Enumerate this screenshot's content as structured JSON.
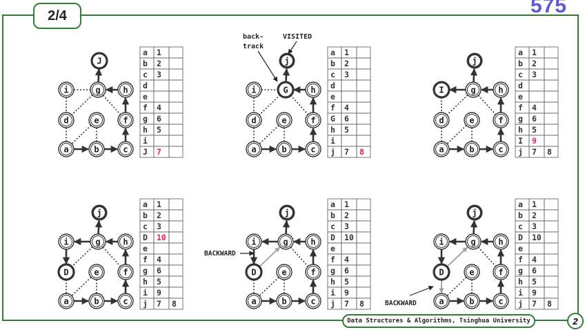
{
  "header": {
    "step": "2/4",
    "page_number": "575"
  },
  "footer": {
    "text": "Data Structures & Algorithms, Tsinghua University",
    "slide_index": "2"
  },
  "colors": {
    "frame": "#2e7d32",
    "highlight": "#e0245e",
    "page_number": "#5b5bd6",
    "node_dark": "#333333",
    "backward_edge": "#9e9e9e"
  },
  "panels": [
    {
      "labels": {
        "g": "g",
        "h": "h",
        "i": "i",
        "j": "J",
        "d": "d",
        "e": "e",
        "f": "f",
        "a": "a",
        "b": "b",
        "c": "c"
      },
      "active": "j",
      "visited": [],
      "extra_solid": [],
      "back_edges": [],
      "table": [
        [
          "a",
          "1",
          ""
        ],
        [
          "b",
          "2",
          ""
        ],
        [
          "c",
          "3",
          ""
        ],
        [
          "d",
          "",
          ""
        ],
        [
          "e",
          "",
          ""
        ],
        [
          "f",
          "4",
          ""
        ],
        [
          "g",
          "6",
          ""
        ],
        [
          "h",
          "5",
          ""
        ],
        [
          "i",
          "",
          ""
        ],
        [
          "J",
          "7",
          ""
        ]
      ],
      "red_cells": [
        [
          9,
          1
        ]
      ]
    },
    {
      "labels": {
        "g": "G",
        "h": "h",
        "i": "i",
        "j": "j",
        "d": "d",
        "e": "e",
        "f": "f",
        "a": "a",
        "b": "b",
        "c": "c"
      },
      "active": "g",
      "visited": [
        "j"
      ],
      "extra_solid": [],
      "back_edges": [],
      "table": [
        [
          "a",
          "1",
          ""
        ],
        [
          "b",
          "2",
          ""
        ],
        [
          "c",
          "3",
          ""
        ],
        [
          "d",
          "",
          ""
        ],
        [
          "e",
          "",
          ""
        ],
        [
          "f",
          "4",
          ""
        ],
        [
          "G",
          "6",
          ""
        ],
        [
          "h",
          "5",
          ""
        ],
        [
          "i",
          "",
          ""
        ],
        [
          "j",
          "7",
          "8"
        ]
      ],
      "red_cells": [
        [
          9,
          2
        ]
      ]
    },
    {
      "labels": {
        "g": "g",
        "h": "h",
        "i": "I",
        "j": "j",
        "d": "d",
        "e": "e",
        "f": "f",
        "a": "a",
        "b": "b",
        "c": "c"
      },
      "active": "i",
      "visited": [
        "j"
      ],
      "extra_solid": [
        "g-i"
      ],
      "back_edges": [],
      "table": [
        [
          "a",
          "1",
          ""
        ],
        [
          "b",
          "2",
          ""
        ],
        [
          "c",
          "3",
          ""
        ],
        [
          "d",
          "",
          ""
        ],
        [
          "e",
          "",
          ""
        ],
        [
          "f",
          "4",
          ""
        ],
        [
          "g",
          "6",
          ""
        ],
        [
          "h",
          "5",
          ""
        ],
        [
          "I",
          "9",
          ""
        ],
        [
          "j",
          "7",
          "8"
        ]
      ],
      "red_cells": [
        [
          8,
          1
        ]
      ]
    },
    {
      "labels": {
        "g": "g",
        "h": "h",
        "i": "i",
        "j": "j",
        "d": "D",
        "e": "e",
        "f": "f",
        "a": "a",
        "b": "b",
        "c": "c"
      },
      "active": "d",
      "visited": [
        "j"
      ],
      "extra_solid": [
        "g-i",
        "i-d"
      ],
      "back_edges": [],
      "table": [
        [
          "a",
          "1",
          ""
        ],
        [
          "b",
          "2",
          ""
        ],
        [
          "c",
          "3",
          ""
        ],
        [
          "D",
          "10",
          ""
        ],
        [
          "e",
          "",
          ""
        ],
        [
          "f",
          "4",
          ""
        ],
        [
          "g",
          "6",
          ""
        ],
        [
          "h",
          "5",
          ""
        ],
        [
          "i",
          "9",
          ""
        ],
        [
          "j",
          "7",
          "8"
        ]
      ],
      "red_cells": [
        [
          3,
          1
        ]
      ]
    },
    {
      "labels": {
        "g": "g",
        "h": "h",
        "i": "i",
        "j": "j",
        "d": "D",
        "e": "e",
        "f": "f",
        "a": "a",
        "b": "b",
        "c": "c"
      },
      "active": "d",
      "visited": [
        "j"
      ],
      "extra_solid": [
        "g-i",
        "i-d"
      ],
      "back_edges": [
        "d-g"
      ],
      "annotation": "BACKWARD",
      "table": [
        [
          "a",
          "1",
          ""
        ],
        [
          "b",
          "2",
          ""
        ],
        [
          "c",
          "3",
          ""
        ],
        [
          "D",
          "10",
          ""
        ],
        [
          "e",
          "",
          ""
        ],
        [
          "f",
          "4",
          ""
        ],
        [
          "g",
          "6",
          ""
        ],
        [
          "h",
          "5",
          ""
        ],
        [
          "i",
          "9",
          ""
        ],
        [
          "j",
          "7",
          "8"
        ]
      ],
      "red_cells": []
    },
    {
      "labels": {
        "g": "g",
        "h": "h",
        "i": "i",
        "j": "j",
        "d": "D",
        "e": "e",
        "f": "f",
        "a": "a",
        "b": "b",
        "c": "c"
      },
      "active": "d",
      "visited": [
        "j"
      ],
      "extra_solid": [
        "g-i",
        "i-d"
      ],
      "back_edges": [
        "d-g",
        "d-a"
      ],
      "annotation": "BACKWARD",
      "table": [
        [
          "a",
          "1",
          ""
        ],
        [
          "b",
          "2",
          ""
        ],
        [
          "c",
          "3",
          ""
        ],
        [
          "D",
          "10",
          ""
        ],
        [
          "e",
          "",
          ""
        ],
        [
          "f",
          "4",
          ""
        ],
        [
          "g",
          "6",
          ""
        ],
        [
          "h",
          "5",
          ""
        ],
        [
          "i",
          "9",
          ""
        ],
        [
          "j",
          "7",
          "8"
        ]
      ],
      "red_cells": []
    }
  ],
  "callouts": {
    "backtrack": "back-\ntrack",
    "visited": "VISITED"
  }
}
